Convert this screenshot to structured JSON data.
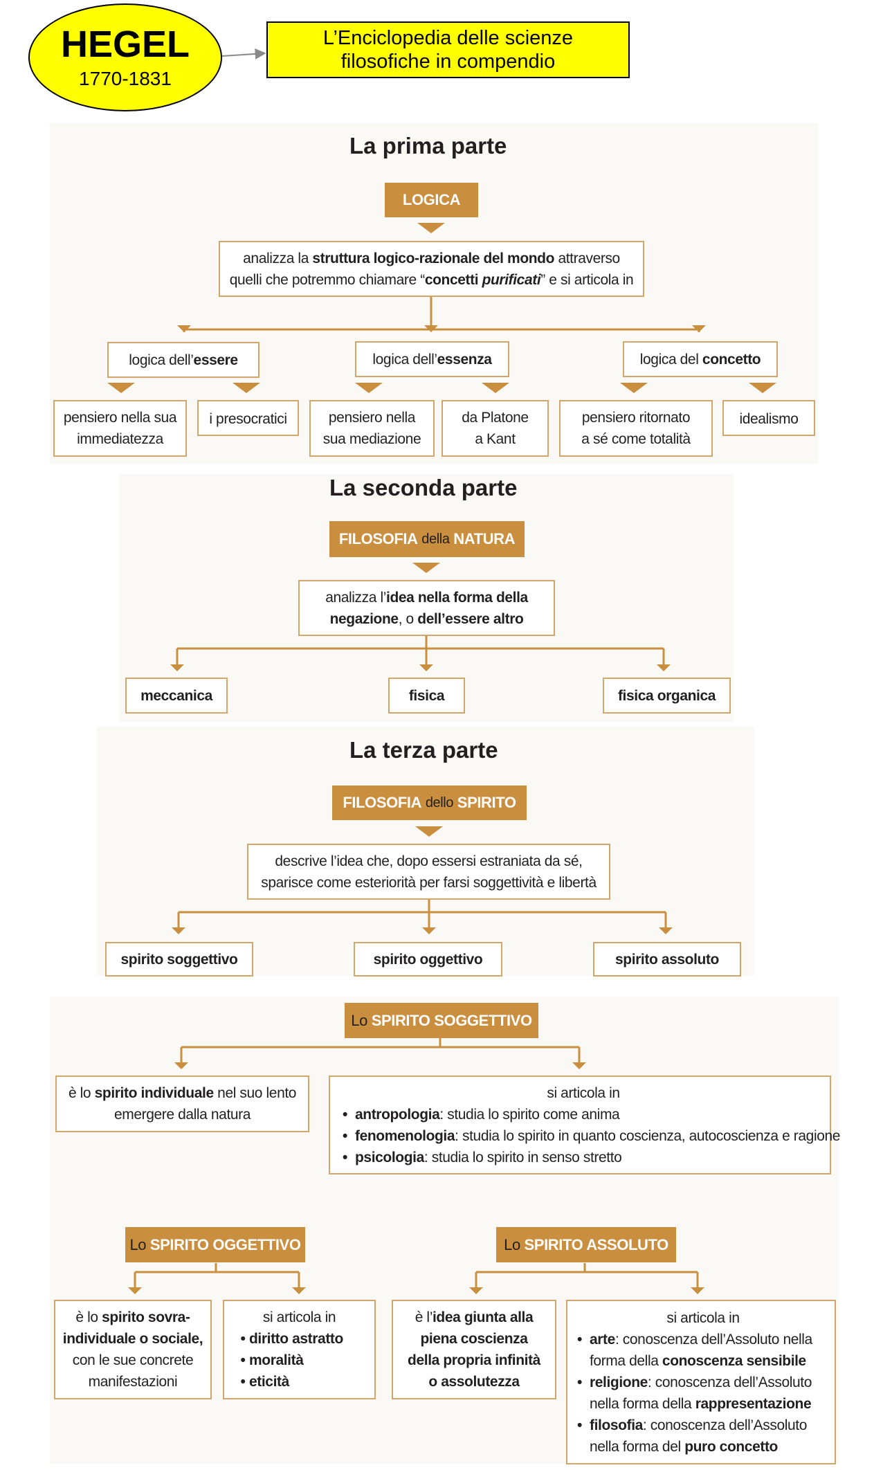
{
  "header": {
    "author": "HEGEL",
    "dates": "1770-1831",
    "work_line1": "L’Enciclopedia delle scienze",
    "work_line2": "filosofiche in compendio"
  },
  "part1": {
    "title": "La prima parte",
    "header": "LOGICA",
    "desc": {
      "l1a": "analizza la ",
      "l1b": "struttura logico-razionale del mondo",
      "l1c": " attraverso",
      "l2a": "quelli che potremmo chiamare “",
      "l2b": "concetti ",
      "l2c": "purificati",
      "l2d": "” e si articola in"
    },
    "branches": {
      "essere": {
        "a": "logica dell’",
        "b": "essere"
      },
      "essenza": {
        "a": "logica dell’",
        "b": "essenza"
      },
      "concetto": {
        "a": "logica del ",
        "b": "concetto"
      }
    },
    "leaves": {
      "l1_1": "pensiero nella sua",
      "l1_2": "immediatezza",
      "l2": "i presocratici",
      "l3_1": "pensiero nella",
      "l3_2": "sua mediazione",
      "l4_1": "da Platone",
      "l4_2": "a Kant",
      "l5_1": "pensiero ritornato",
      "l5_2": "a sé come totalità",
      "l6": "idealismo"
    }
  },
  "part2": {
    "title": "La seconda parte",
    "header": {
      "a": "FILOSOFIA",
      "b": "della",
      "c": "NATURA"
    },
    "desc": {
      "l1a": "analizza l’",
      "l1b": "idea nella forma della",
      "l2a": "negazione",
      "l2b": ", o ",
      "l2c": "dell’essere altro"
    },
    "branches": [
      "meccanica",
      "fisica",
      "fisica organica"
    ]
  },
  "part3": {
    "title": "La terza parte",
    "header": {
      "a": "FILOSOFIA",
      "b": "dello",
      "c": "SPIRITO"
    },
    "desc": {
      "l1": "descrive l’idea che, dopo essersi estraniata da sé,",
      "l2": "sparisce come esteriorità per farsi soggettività e libertà"
    },
    "branches": [
      "spirito soggettivo",
      "spirito oggettivo",
      "spirito assoluto"
    ]
  },
  "soggettivo": {
    "header": {
      "lo": "Lo",
      "name": "SPIRITO SOGGETTIVO"
    },
    "left": {
      "l1a": "è lo ",
      "l1b": "spirito individuale",
      "l1c": " nel suo lento",
      "l2": "emergere dalla natura"
    },
    "right": {
      "intro": "si articola in",
      "items": [
        {
          "term": "antropologia",
          "text": ": studia lo spirito come anima"
        },
        {
          "term": "fenomenologia",
          "text": ": studia lo spirito in quanto coscienza, autocoscienza e ragione"
        },
        {
          "term": "psicologia",
          "text": ": studia lo spirito in senso stretto"
        }
      ]
    }
  },
  "oggettivo": {
    "header": {
      "lo": "Lo",
      "name": "SPIRITO OGGETTIVO"
    },
    "left": {
      "l1a": "è lo ",
      "l1b": "spirito sovra-",
      "l2": "individuale o sociale,",
      "l3": "con le sue concrete",
      "l4": "manifestazioni"
    },
    "right": {
      "intro": "si articola in",
      "items": [
        "diritto astratto",
        "moralità",
        "eticità"
      ]
    }
  },
  "assoluto": {
    "header": {
      "lo": "Lo",
      "name": "SPIRITO ASSOLUTO"
    },
    "left": {
      "l1a": "è l’",
      "l1b": "idea giunta alla",
      "l2": "piena coscienza",
      "l3": "della propria infinità",
      "l4": "o assolutezza"
    },
    "right": {
      "intro": "si articola in",
      "arte": {
        "term": "arte",
        "t1": ": conoscenza dell’Assoluto nella",
        "t2a": "forma della ",
        "t2b": "conoscenza sensibile"
      },
      "religione": {
        "term": "religione",
        "t1": ": conoscenza dell’Assoluto",
        "t2a": "nella forma della ",
        "t2b": "rappresentazione"
      },
      "filosofia": {
        "term": "filosofia",
        "t1": ": conoscenza dell’Assoluto",
        "t2a": "nella forma del ",
        "t2b": "puro concetto"
      }
    }
  },
  "colors": {
    "header_fill": "#c98f3f",
    "box_border": "#d2a66a",
    "connector": "#c98f3f",
    "panel_bg": "#fbf9f6",
    "title_fill": "#ffff00"
  },
  "icons": {
    "bullet": "•"
  }
}
